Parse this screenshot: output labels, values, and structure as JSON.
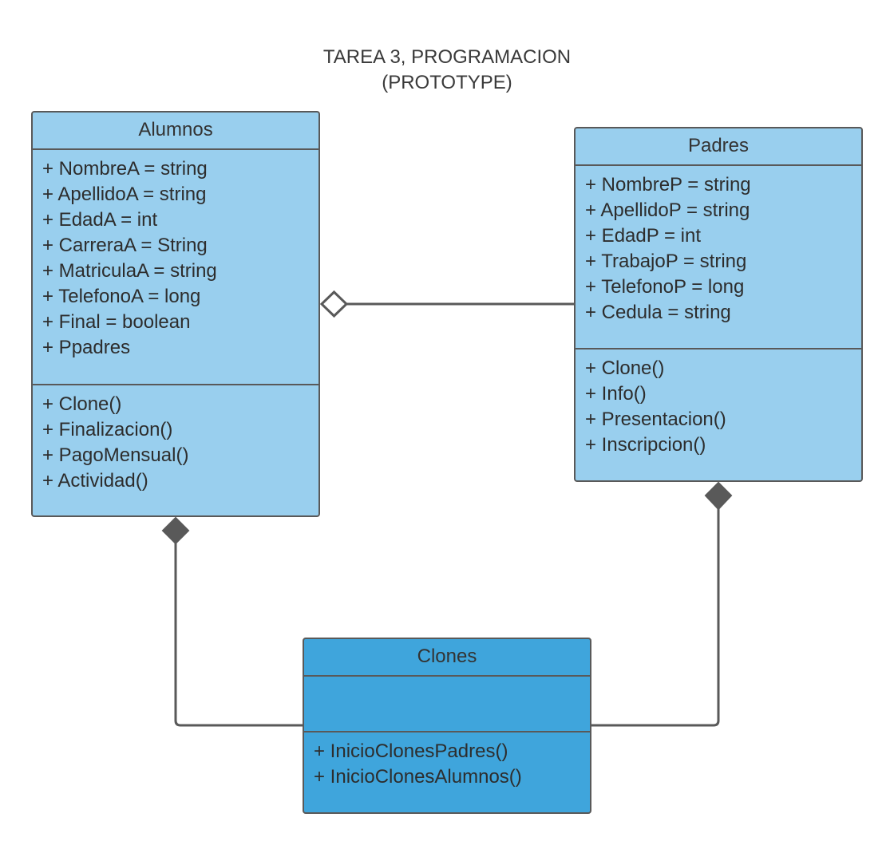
{
  "title": {
    "line1": "TAREA 3, PROGRAMACION",
    "line2": "(PROTOTYPE)"
  },
  "classes": {
    "alumnos": {
      "name": "Alumnos",
      "attributes": [
        "+ NombreA = string",
        "+ ApellidoA = string",
        "+ EdadA = int",
        "+ CarreraA = String",
        "+ MatriculaA = string",
        "+ TelefonoA = long",
        "+ Final = boolean",
        "+ Ppadres"
      ],
      "methods": [
        "+ Clone()",
        "+ Finalizacion()",
        "+ PagoMensual()",
        "+ Actividad()"
      ]
    },
    "padres": {
      "name": "Padres",
      "attributes": [
        "+ NombreP = string",
        "+ ApellidoP = string",
        "+ EdadP = int",
        "+ TrabajoP = string",
        "+ TelefonoP = long",
        "+ Cedula = string"
      ],
      "methods": [
        "+ Clone()",
        "+ Info()",
        "+ Presentacion()",
        "+ Inscripcion()"
      ]
    },
    "clones": {
      "name": "Clones",
      "attributes": [],
      "methods": [
        "+ InicioClonesPadres()",
        "+ InicioClonesAlumnos()"
      ]
    }
  },
  "relationships": [
    {
      "type": "aggregation",
      "whole": "Alumnos",
      "part": "Padres"
    },
    {
      "type": "composition",
      "whole": "Alumnos",
      "part": "Clones"
    },
    {
      "type": "composition",
      "whole": "Padres",
      "part": "Clones"
    }
  ],
  "colors": {
    "class_fill": "#99cfee",
    "class_fill_dark": "#3fa5dc",
    "stroke": "#595959"
  }
}
